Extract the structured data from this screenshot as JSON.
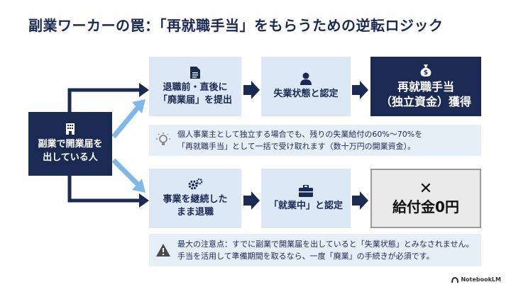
{
  "title": "副業ワーカーの罠：「再就職手当」をもらうための逆転ロジック",
  "start": {
    "line1": "副業で開業届を",
    "line2": "出している人",
    "icon": "building-icon"
  },
  "top_flow": {
    "step1": {
      "line1": "退職前・直後に",
      "line2": "「廃業届」を提出",
      "icon": "document-icon"
    },
    "step2": {
      "line1": "失業状態と認定",
      "icon": "person-icon"
    },
    "result": {
      "line1": "再就職手当",
      "line2": "（独立資金）獲得",
      "icon": "money-bag-icon"
    }
  },
  "info_note": {
    "line1": "個人事業主として独立する場合でも、残りの失業給付の60%〜70%を",
    "line2": "「再就職手当」として一括で受け取れます（数十万円の開業資金）。",
    "icon": "lightbulb-icon"
  },
  "bottom_flow": {
    "step1": {
      "line1": "事業を継続した",
      "line2": "まま退職",
      "icon": "gears-icon"
    },
    "step2": {
      "line1": "「就業中」と認定",
      "icon": "briefcase-icon"
    },
    "result": {
      "mark": "✕",
      "line1": "給付金0円"
    }
  },
  "warning_note": {
    "line1": "最大の注意点：すでに副業で開業届を出していると「失業状態」とみなされません。",
    "line2": "手当を活用して準備期間を取るなら、一度「廃業」の手続きが必須です。",
    "icon": "warning-icon"
  },
  "footer": {
    "label": "NotebookLM"
  },
  "colors": {
    "navy": "#1b2a52",
    "light_blue": "#dce8f6",
    "arrow_blue": "#7fb8e6",
    "gray": "#e9e9e9"
  }
}
